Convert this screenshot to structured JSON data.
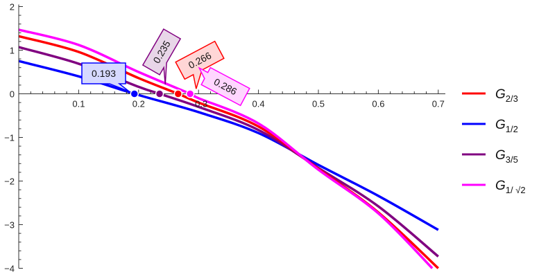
{
  "chart_data": {
    "type": "line",
    "title": "",
    "xlabel": "",
    "ylabel": "",
    "xlim": [
      0,
      0.7
    ],
    "ylim": [
      -4,
      2
    ],
    "grid": false,
    "legend_placement": "right",
    "x_ticks": [
      "0.1",
      "0.2",
      "0.3",
      "0.4",
      "0.5",
      "0.6",
      "0.7"
    ],
    "y_ticks": [
      "2",
      "1",
      "0",
      "−1",
      "−2",
      "−3",
      "−4"
    ],
    "series": [
      {
        "name": "G",
        "sub": "2/3",
        "color": "#ff0000",
        "x": [
          0,
          0.1,
          0.2,
          0.266,
          0.3,
          0.4,
          0.5,
          0.6,
          0.7
        ],
        "y": [
          1.32,
          0.96,
          0.36,
          0,
          -0.2,
          -0.75,
          -1.72,
          -2.72,
          -4.0
        ],
        "zero": 0.266,
        "zero_label": "0.266",
        "callout_fill": "#ffd6d6"
      },
      {
        "name": "G",
        "sub": "1/2",
        "color": "#0000ff",
        "x": [
          0,
          0.1,
          0.193,
          0.3,
          0.4,
          0.5,
          0.6,
          0.7
        ],
        "y": [
          0.75,
          0.4,
          0,
          -0.42,
          -0.9,
          -1.63,
          -2.34,
          -3.12
        ],
        "zero": 0.193,
        "zero_label": "0.193",
        "callout_fill": "#d6d9ff"
      },
      {
        "name": "G",
        "sub": "3/5",
        "color": "#800080",
        "x": [
          0,
          0.1,
          0.2,
          0.235,
          0.3,
          0.4,
          0.5,
          0.6,
          0.7
        ],
        "y": [
          1.07,
          0.69,
          0.16,
          0,
          -0.3,
          -0.83,
          -1.7,
          -2.58,
          -3.73
        ],
        "zero": 0.235,
        "zero_label": "0.235",
        "callout_fill": "#e8d6e8"
      },
      {
        "name": "G",
        "sub": "1/ √2",
        "color": "#ff00ff",
        "x": [
          0,
          0.1,
          0.2,
          0.286,
          0.3,
          0.4,
          0.5,
          0.6,
          0.69
        ],
        "y": [
          1.47,
          1.12,
          0.5,
          0,
          -0.1,
          -0.68,
          -1.74,
          -2.74,
          -4.0
        ],
        "zero": 0.286,
        "zero_label": "0.286",
        "callout_fill": "#ffd6ff"
      }
    ]
  }
}
